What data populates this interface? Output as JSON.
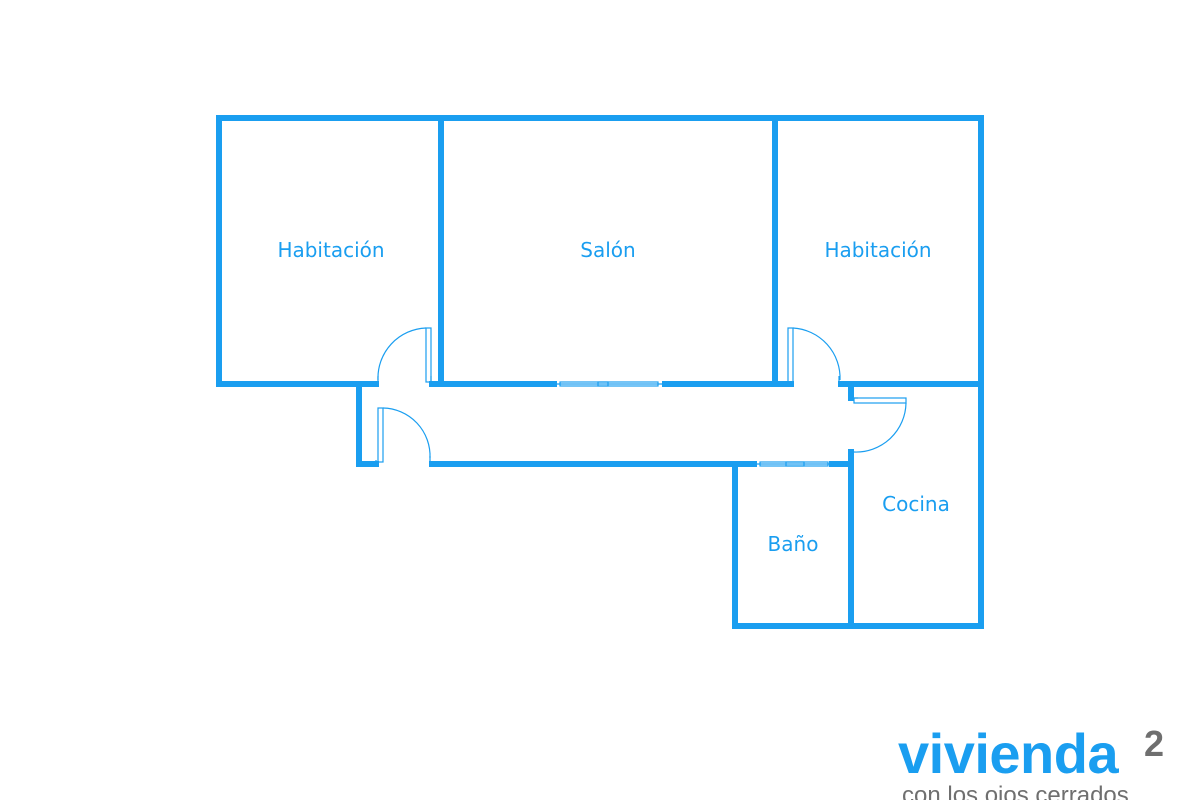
{
  "colors": {
    "wall": "#1a9ef0",
    "label": "#1a9ef0",
    "door": "#1a9ef0",
    "logo_primary": "#1a9ef0",
    "logo_secondary": "#6f6f6f",
    "background": "#ffffff"
  },
  "rooms": {
    "habitacion_left": "Habitación",
    "salon": "Salón",
    "habitacion_right": "Habitación",
    "cocina": "Cocina",
    "bano": "Baño"
  },
  "logo": {
    "word": "vivienda",
    "superscript": "2",
    "tagline": "con los ojos cerrados"
  }
}
